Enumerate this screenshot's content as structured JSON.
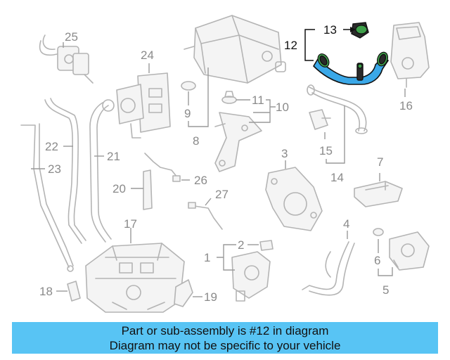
{
  "diagram": {
    "callouts": [
      "1",
      "2",
      "3",
      "4",
      "5",
      "6",
      "7",
      "8",
      "9",
      "10",
      "11",
      "12",
      "13",
      "14",
      "15",
      "16",
      "17",
      "18",
      "19",
      "20",
      "21",
      "22",
      "23",
      "24",
      "25",
      "26",
      "27"
    ],
    "highlighted_callouts": [
      "12",
      "13"
    ],
    "colors": {
      "highlight_part": "#3aa8e8",
      "highlight_ends": "#3fa04a",
      "default_part": "#b4b4b4",
      "callout_text": "#8a8a8a",
      "highlight_text": "#111111",
      "banner": "#58c4f4"
    }
  },
  "banner": {
    "line1": "Part or sub-assembly is #12 in diagram",
    "line2": "Diagram may not be specific to your vehicle"
  }
}
